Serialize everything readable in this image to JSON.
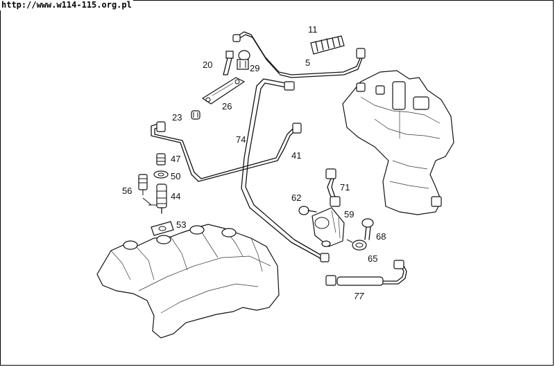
{
  "header": {
    "url_text": "http://www.w114-115.org.pl"
  },
  "labels": {
    "l11": "11",
    "l20": "20",
    "l29": "29",
    "l5": "5",
    "l26": "26",
    "l23": "23",
    "l74": "74",
    "l41": "41",
    "l47": "47",
    "l50": "50",
    "l56": "56",
    "l44": "44",
    "l53": "53",
    "l71": "71",
    "l62": "62",
    "l59": "59",
    "l68": "68",
    "l65": "65",
    "l77": "77"
  }
}
